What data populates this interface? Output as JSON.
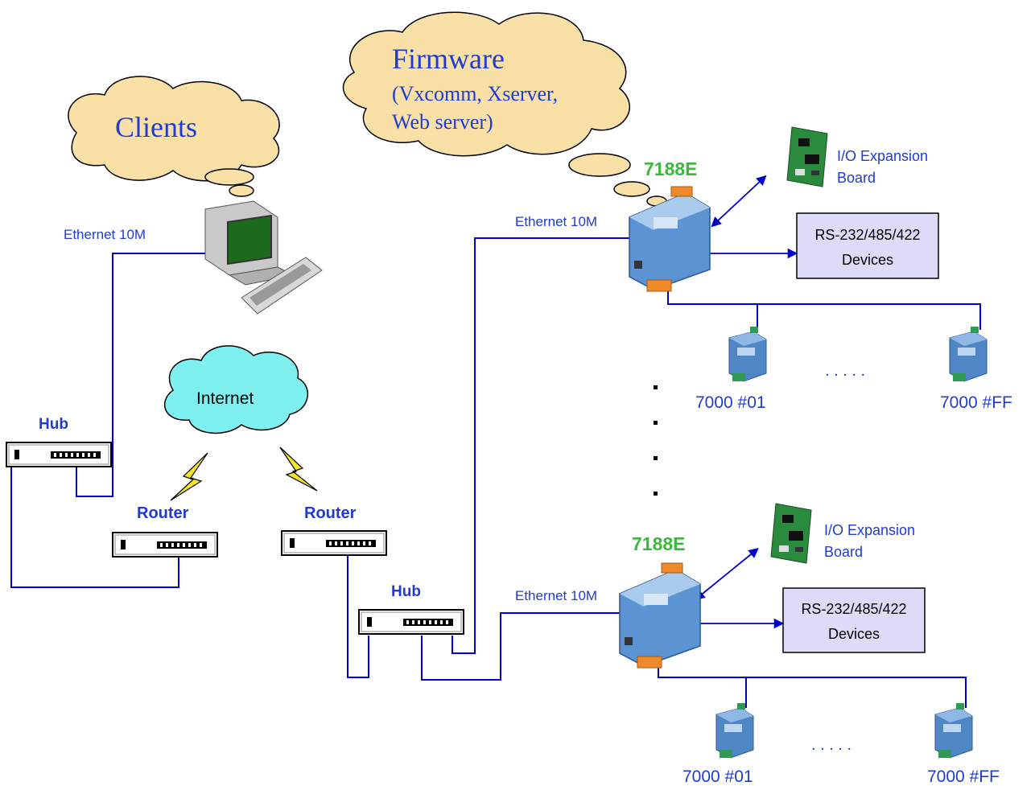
{
  "colors": {
    "cloud_fill": "#f9e0a6",
    "internet_fill": "#7ff0f0",
    "line": "#0000cc",
    "label_blue": "#1f3bd6",
    "label_green": "#3fb63f",
    "box_fill": "#dcdcf8",
    "lightning": "#f5e62a"
  },
  "clouds": {
    "clients": "Clients",
    "firmware_title": "Firmware",
    "firmware_line1": "(Vxcomm, Xserver,",
    "firmware_line2": "Web server)",
    "internet": "Internet"
  },
  "labels": {
    "ethernet_left": "Ethernet 10M",
    "ethernet_top": "Ethernet 10M",
    "ethernet_bottom": "Ethernet 10M",
    "hub_left": "Hub",
    "hub_bottom": "Hub",
    "router_left": "Router",
    "router_right": "Router",
    "controller_top": "7188E",
    "controller_bottom": "7188E",
    "io_top_line1": "I/O Expansion",
    "io_top_line2": "Board",
    "io_bottom_line1": "I/O Expansion",
    "io_bottom_line2": "Board",
    "rs_top_line1": "RS-232/485/422",
    "rs_top_line2": "Devices",
    "rs_bottom_line1": "RS-232/485/422",
    "rs_bottom_line2": "Devices",
    "dots_top": ". . . . .",
    "dots_bottom": ". . . . .",
    "module_top_first": "7000 #01",
    "module_top_last": "7000 #FF",
    "module_bottom_first": "7000 #01",
    "module_bottom_last": "7000 #FF"
  },
  "icons": {
    "computer": "desktop-computer-icon",
    "hub": "network-hub-icon",
    "router": "router-icon",
    "controller": "7188e-controller-icon",
    "io_board": "io-expansion-board-icon",
    "module": "7000-module-icon",
    "lightning": "lightning-bolt-icon"
  }
}
